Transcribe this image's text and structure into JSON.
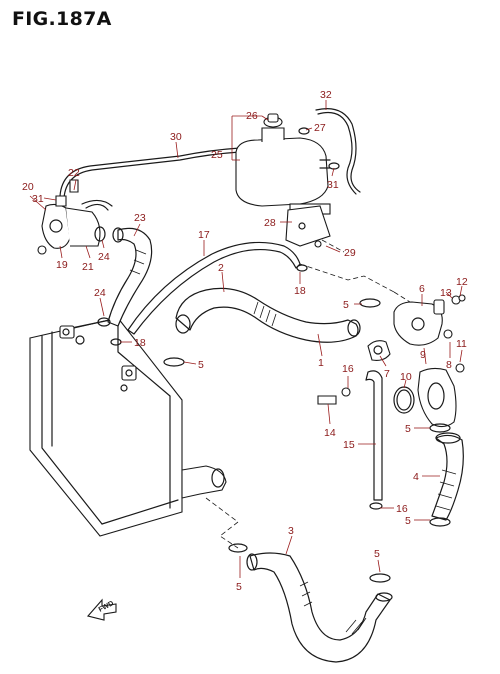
{
  "figure": {
    "title": "FIG.187A"
  },
  "front_arrow": {
    "label": "FWD"
  },
  "callouts": [
    {
      "id": "1",
      "label": "1"
    },
    {
      "id": "2",
      "label": "2"
    },
    {
      "id": "3",
      "label": "3"
    },
    {
      "id": "4",
      "label": "4"
    },
    {
      "id": "5a",
      "label": "5"
    },
    {
      "id": "5b",
      "label": "5"
    },
    {
      "id": "5c",
      "label": "5"
    },
    {
      "id": "5d",
      "label": "5"
    },
    {
      "id": "5e",
      "label": "5"
    },
    {
      "id": "5f",
      "label": "5"
    },
    {
      "id": "6",
      "label": "6"
    },
    {
      "id": "7",
      "label": "7"
    },
    {
      "id": "8",
      "label": "8"
    },
    {
      "id": "9",
      "label": "9"
    },
    {
      "id": "10",
      "label": "10"
    },
    {
      "id": "11",
      "label": "11"
    },
    {
      "id": "12",
      "label": "12"
    },
    {
      "id": "13",
      "label": "13"
    },
    {
      "id": "14",
      "label": "14"
    },
    {
      "id": "15",
      "label": "15"
    },
    {
      "id": "16a",
      "label": "16"
    },
    {
      "id": "16b",
      "label": "16"
    },
    {
      "id": "17",
      "label": "17"
    },
    {
      "id": "18a",
      "label": "18"
    },
    {
      "id": "18b",
      "label": "18"
    },
    {
      "id": "19",
      "label": "19"
    },
    {
      "id": "20",
      "label": "20"
    },
    {
      "id": "21",
      "label": "21"
    },
    {
      "id": "22",
      "label": "22"
    },
    {
      "id": "23",
      "label": "23"
    },
    {
      "id": "24a",
      "label": "24"
    },
    {
      "id": "24b",
      "label": "24"
    },
    {
      "id": "25",
      "label": "25"
    },
    {
      "id": "26",
      "label": "26"
    },
    {
      "id": "27",
      "label": "27"
    },
    {
      "id": "28",
      "label": "28"
    },
    {
      "id": "29",
      "label": "29"
    },
    {
      "id": "30",
      "label": "30"
    },
    {
      "id": "31a",
      "label": "31"
    },
    {
      "id": "31b",
      "label": "31"
    },
    {
      "id": "32",
      "label": "32"
    }
  ]
}
